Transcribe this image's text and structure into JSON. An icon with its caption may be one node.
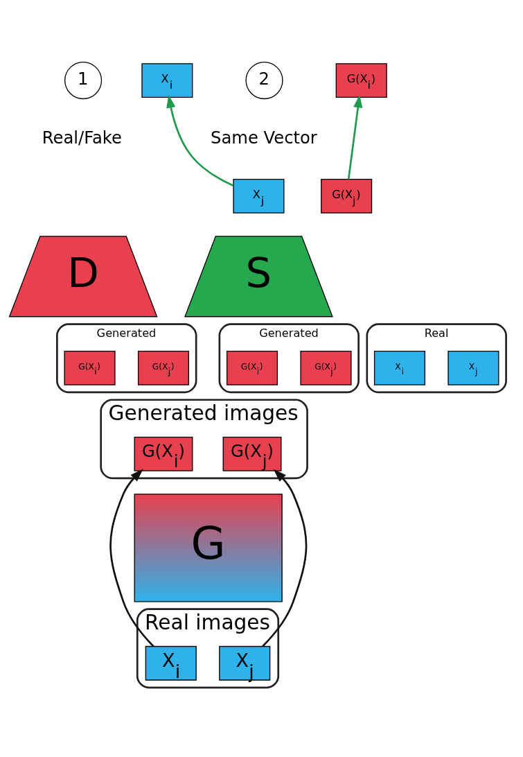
{
  "diagram": {
    "nodes": [
      {
        "text": [
          "1"
        ]
      },
      {
        "text": [
          "2"
        ]
      },
      {
        "text": [
          "X$_{i}$"
        ]
      },
      {
        "text": [
          "X$_{j}$"
        ]
      },
      {
        "text": [
          "G(X$_{i}$)"
        ]
      },
      {
        "text": [
          "G(X$_{j}$)"
        ]
      },
      {
        "text": [
          "D"
        ]
      },
      {
        "text": [
          "S"
        ]
      },
      {
        "text": [
          "Generated"
        ]
      },
      {
        "text": [
          "G(X$_{i}$)"
        ],
        "in": 8
      },
      {
        "text": [
          "G(X$_{j}$)"
        ],
        "in": 8
      },
      {
        "text": [
          "Generated"
        ]
      },
      {
        "text": [
          "G(X$_{i}$)"
        ],
        "in": 11
      },
      {
        "text": [
          "G(X$_{j}$)"
        ],
        "in": 11
      },
      {
        "text": [
          "Real"
        ]
      },
      {
        "text": [
          "X$_{i}$"
        ],
        "in": 14
      },
      {
        "text": [
          "X$_{j}$"
        ],
        "in": 14
      },
      {
        "text": [
          "Generated images"
        ]
      },
      {
        "text": [
          "G(X$_{i}$)"
        ],
        "in": 17
      },
      {
        "text": [
          "G(X$_{j}$)"
        ],
        "in": 17
      },
      {
        "text": [
          "G"
        ]
      },
      {
        "text": [
          "Real images"
        ]
      },
      {
        "text": [
          "X$_{i}$"
        ],
        "in": 21
      },
      {
        "text": [
          "X$_{j}$"
        ],
        "in": 21
      }
    ],
    "edges": [
      {
        "from": 3,
        "to": 2,
        "arrow": "to",
        "color": "#1f9a4e"
      },
      {
        "from": 5,
        "to": 4,
        "arrow": "to",
        "color": "#1f9a4e"
      },
      {
        "from": 22,
        "to": 18,
        "arrow": "to",
        "color": "#111111"
      },
      {
        "from": 23,
        "to": 19,
        "arrow": "to",
        "color": "#111111"
      }
    ],
    "labels": [
      "Real/Fake",
      "Same Vector"
    ]
  }
}
